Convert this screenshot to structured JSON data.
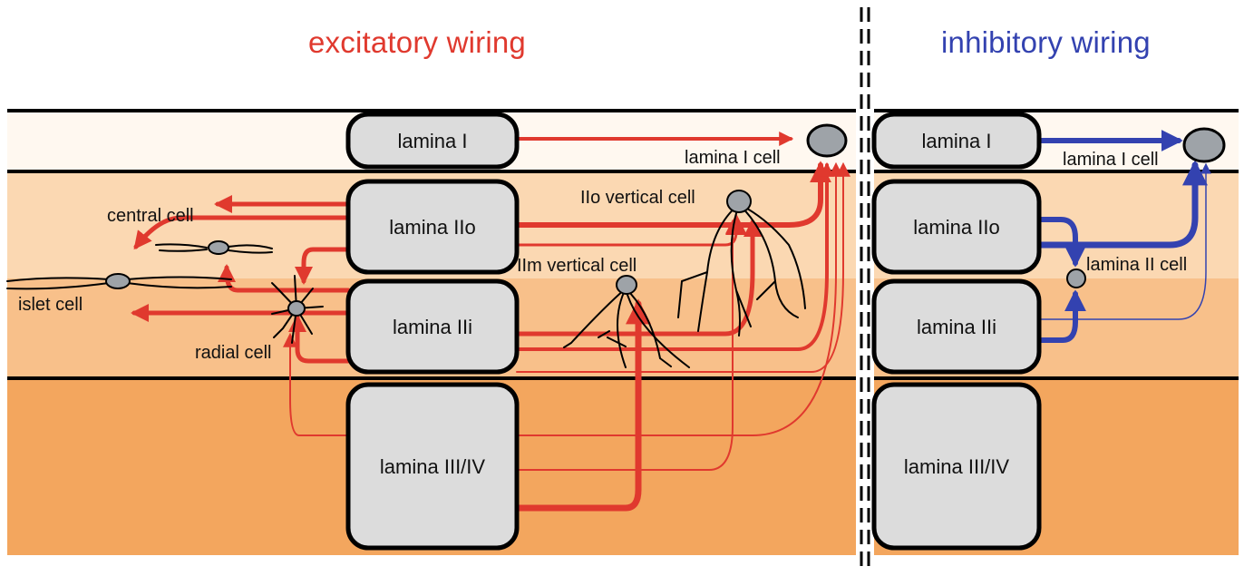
{
  "titles": {
    "excitatory": "excitatory wiring",
    "inhibitory": "inhibitory wiring"
  },
  "colors": {
    "excitatory": "#e0392e",
    "inhibitory": "#3342b0",
    "lamina_I_band": "#fff8f0",
    "lamina_IIo_band": "#fbd8b2",
    "lamina_IIi_band": "#f8c08a",
    "lamina_III_IV_band": "#f3a65e",
    "box_fill": "#dcdcdc",
    "cell_fill": "#9ea3a8"
  },
  "boxes": {
    "lamina_I": "lamina I",
    "lamina_IIo": "lamina IIo",
    "lamina_IIi": "lamina IIi",
    "lamina_III_IV": "lamina III/IV"
  },
  "cells": {
    "lamina_I_cell": "lamina I cell",
    "IIo_vertical": "IIo vertical cell",
    "IIm_vertical": "IIm vertical cell",
    "central": "central cell",
    "islet": "islet cell",
    "radial": "radial cell",
    "lamina_II_cell": "lamina II cell"
  }
}
